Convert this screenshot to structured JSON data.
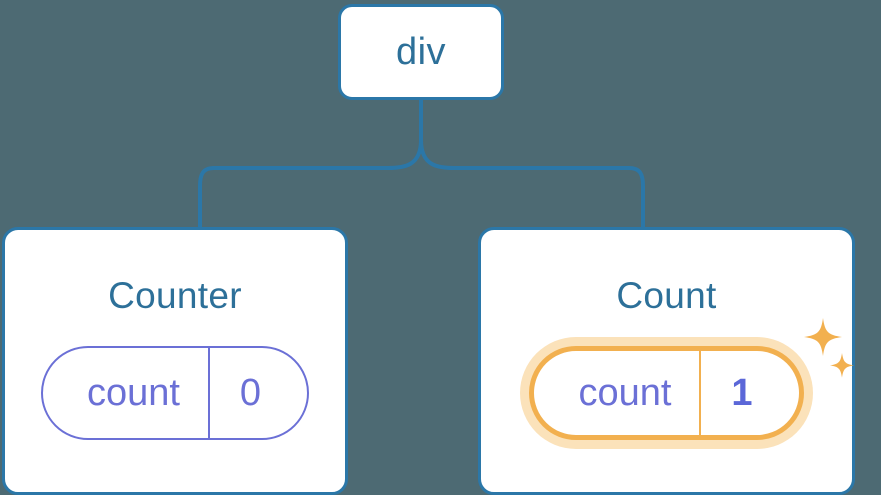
{
  "theme": {
    "background": "#4d6a73",
    "node_border": "#2b77a8",
    "node_fill": "#ffffff",
    "title_text": "#2d7099",
    "pill_stroke": "#6b70d6",
    "pill_text": "#6b70d6",
    "highlight_ring": "#f2b04f",
    "highlight_glow": "#fbe2ba",
    "highlight_value_text": "#5b67d8",
    "sparkle": "#f2b04f"
  },
  "tree": {
    "root": {
      "label": "div"
    },
    "children": [
      {
        "id": "counter",
        "title": "Counter",
        "state": {
          "key": "count",
          "value": "0"
        },
        "highlighted": false,
        "sparkle": false
      },
      {
        "id": "count",
        "title": "Count",
        "state": {
          "key": "count",
          "value": "1"
        },
        "highlighted": true,
        "sparkle": true
      }
    ]
  },
  "icons": {
    "sparkle_large": "sparkle-icon",
    "sparkle_small": "sparkle-small-icon"
  }
}
